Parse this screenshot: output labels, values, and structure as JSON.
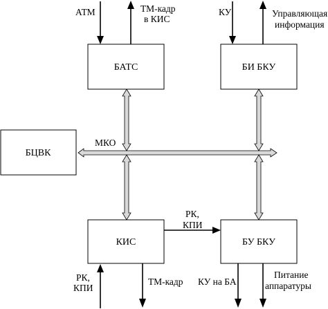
{
  "blocks": {
    "bats": "БАТС",
    "bi_bku": "БИ БКУ",
    "bcvk": "БЦВК",
    "kis": "КИС",
    "bu_bku": "БУ БКУ"
  },
  "bus": {
    "label": "МКО"
  },
  "signals": {
    "atm": "АТМ",
    "tm_kis_1": "ТМ-кадр",
    "tm_kis_2": "в КИС",
    "ku_in": "КУ",
    "control_info_1": "Управляющая",
    "control_info_2": "информация",
    "rk_kpi_mid_1": "РК,",
    "rk_kpi_mid_2": "КПИ",
    "rk_kpi_in_1": "РК,",
    "rk_kpi_in_2": "КПИ",
    "tm_out": "ТМ-кадр",
    "ku_ba": "КУ на БА",
    "power_1": "Питание",
    "power_2": "аппаратуры"
  }
}
